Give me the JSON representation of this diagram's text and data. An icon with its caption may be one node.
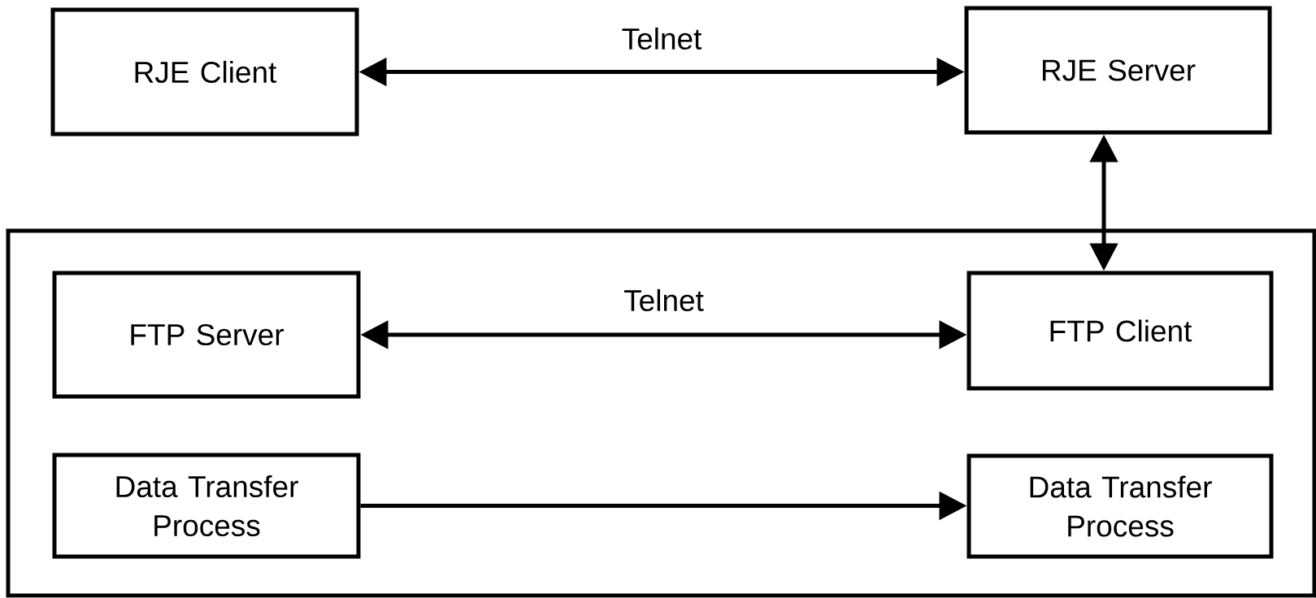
{
  "diagram": {
    "nodes": [
      {
        "text": [
          "RJE Client"
        ]
      },
      {
        "text": [
          "RJE Server"
        ]
      },
      {
        "text": [],
        "shape": "box"
      },
      {
        "text": [
          "FTP Server"
        ],
        "in": 2
      },
      {
        "text": [
          "FTP Client"
        ],
        "in": 2
      },
      {
        "text": [
          "Data Transfer Process"
        ],
        "in": 2
      },
      {
        "text": [
          "Data Transfer Process"
        ],
        "in": 2
      }
    ],
    "edges": [
      {
        "from": 0,
        "to": 1,
        "arrow": "both",
        "label": "Telnet"
      },
      {
        "from": 1,
        "to": 4,
        "arrow": "both"
      },
      {
        "from": 3,
        "to": 4,
        "arrow": "both",
        "label": "Telnet"
      },
      {
        "from": 5,
        "to": 6,
        "arrow": "to"
      }
    ]
  }
}
